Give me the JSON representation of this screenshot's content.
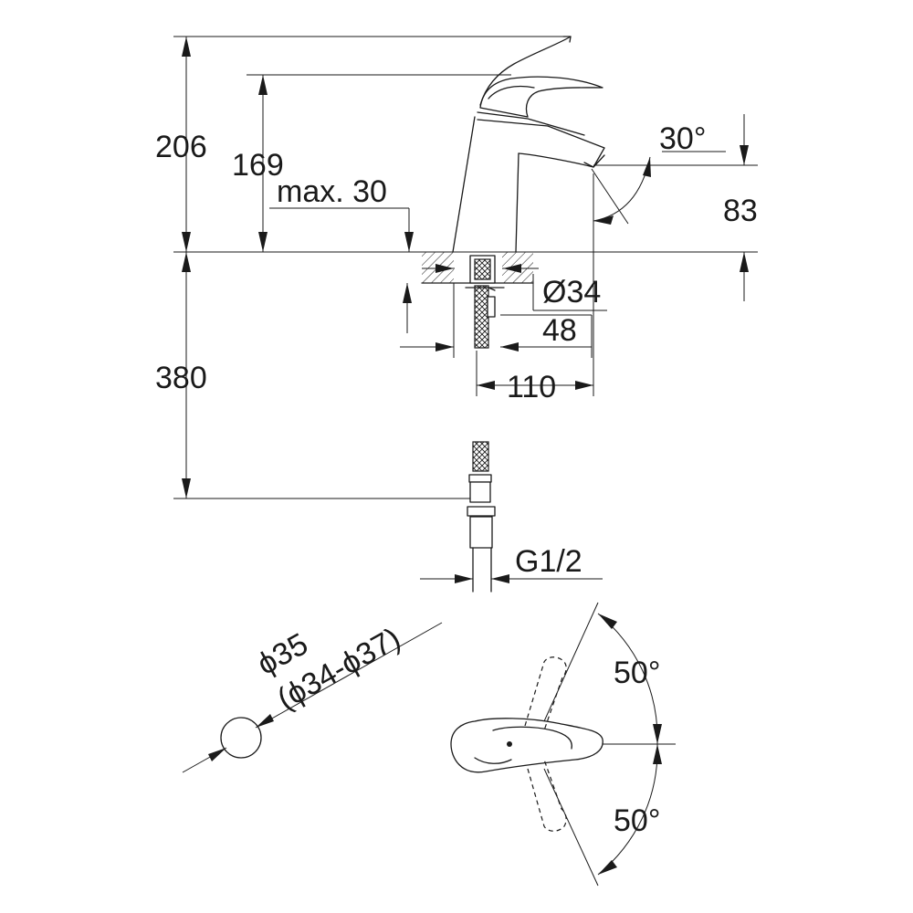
{
  "dimensions": {
    "total_height": "206",
    "handle_height": "169",
    "deck_thickness": "max. 30",
    "spout_angle": "30°",
    "spout_height": "83",
    "hole_diameter": "Ø34",
    "body_diameter": "48",
    "spout_reach": "110",
    "hose_length": "380",
    "thread": "G1/2",
    "bore_nominal": "ϕ35",
    "bore_range": "(ϕ34-ϕ37)",
    "lever_angle_upper": "50°",
    "lever_angle_lower": "50°"
  }
}
